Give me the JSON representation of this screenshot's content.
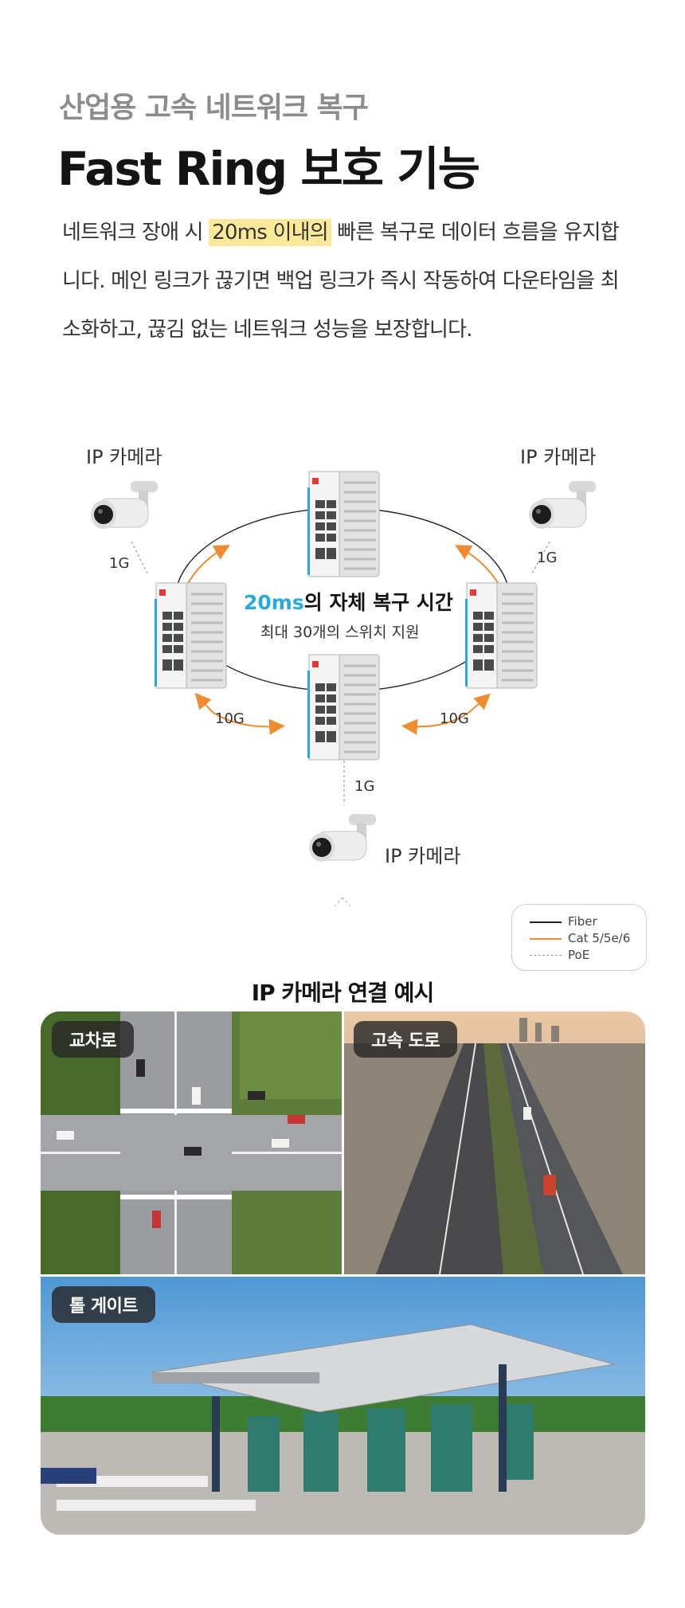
{
  "header": {
    "subtitle": "산업용 고속 네트워크 복구",
    "title": "Fast Ring 보호 기능"
  },
  "description": {
    "part1": "네트워크 장애 시 ",
    "highlight": "20ms 이내의",
    "part2": " 빠른 복구로 데이터 흐름을 유지합니다. 메인 링크가 끊기면 백업 링크가 즉시 작동하여 다운타임을 최소화하고, 끊김 없는 네트워크 성능을 보장합니다."
  },
  "diagram": {
    "camera_label": "IP 카메라",
    "link_1g": "1G",
    "link_10g": "10G",
    "center_value": "20ms",
    "center_title_rest": "의 자체 복구 시간",
    "center_sub": "최대 30개의 스위치 지원",
    "accent_color": "#29a9e0",
    "orange_color": "#f08c30"
  },
  "legend": {
    "fiber": "Fiber",
    "cat": "Cat 5/5e/6",
    "poe": "PoE"
  },
  "examples": {
    "title": "IP 카메라 연결 예시",
    "intersection": "교차로",
    "highway": "고속 도로",
    "tollgate": "톨 게이트"
  }
}
